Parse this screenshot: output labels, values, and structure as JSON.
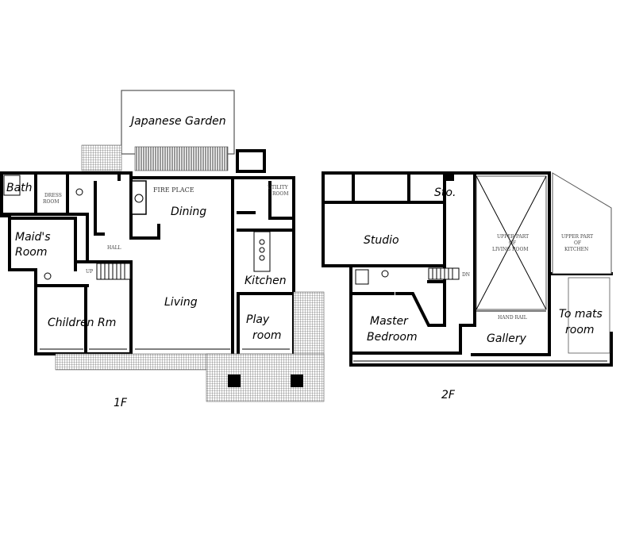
{
  "floors": {
    "first": "1F",
    "second": "2F"
  },
  "rooms_1f": {
    "japanese_garden": "Japanese Garden",
    "bath": "Bath",
    "dress_room_1": "DRESS",
    "dress_room_2": "ROOM",
    "fire_place": "FIRE PLACE",
    "dining": "Dining",
    "utility_room_1": "UTILITY",
    "utility_room_2": "ROOM",
    "maids_room_1": "Maid's",
    "maids_room_2": "Room",
    "hall": "HALL",
    "up": "UP",
    "kitchen": "Kitchen",
    "living": "Living",
    "play_room_1": "Play",
    "play_room_2": "room",
    "children_room": "Children Rm"
  },
  "rooms_2f": {
    "storage": "Sto.",
    "studio": "Studio",
    "upper_living_1": "UPPER PART",
    "upper_living_2": "OF",
    "upper_living_3": "LIVING ROOM",
    "upper_kitchen_1": "UPPER PART",
    "upper_kitchen_2": "OF",
    "upper_kitchen_3": "KITCHEN",
    "dn": "DN",
    "hand_rail": "HAND RAIL",
    "master_bedroom_1": "Master",
    "master_bedroom_2": "Bedroom",
    "gallery": "Gallery",
    "to_mats_room_1": "To mats",
    "to_mats_room_2": "room"
  }
}
